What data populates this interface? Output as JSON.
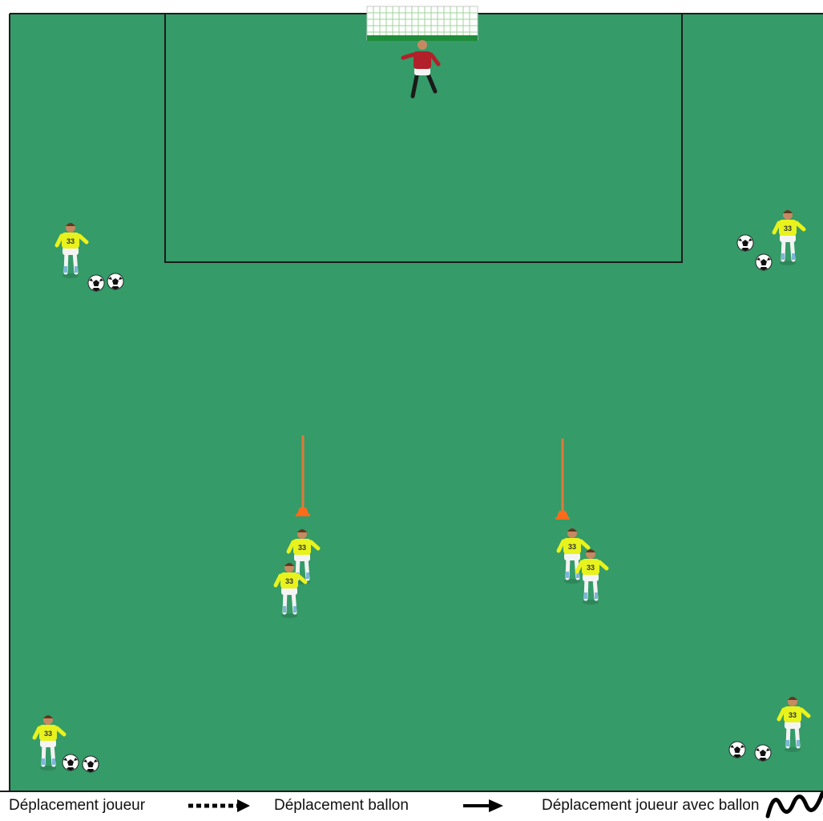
{
  "legend": {
    "player_movement": "Déplacement joueur",
    "ball_movement": "Déplacement ballon",
    "player_with_ball": "Déplacement joueur avec ballon"
  },
  "colors": {
    "pitch": "#359b68",
    "line": "#1c1c1c",
    "attacker_shirt": "#e8f21c",
    "keeper_shirt": "#b2202a",
    "cone": "#ff6b1a",
    "pole": "#e07a3a"
  },
  "players": {
    "shirt_number": "33"
  }
}
